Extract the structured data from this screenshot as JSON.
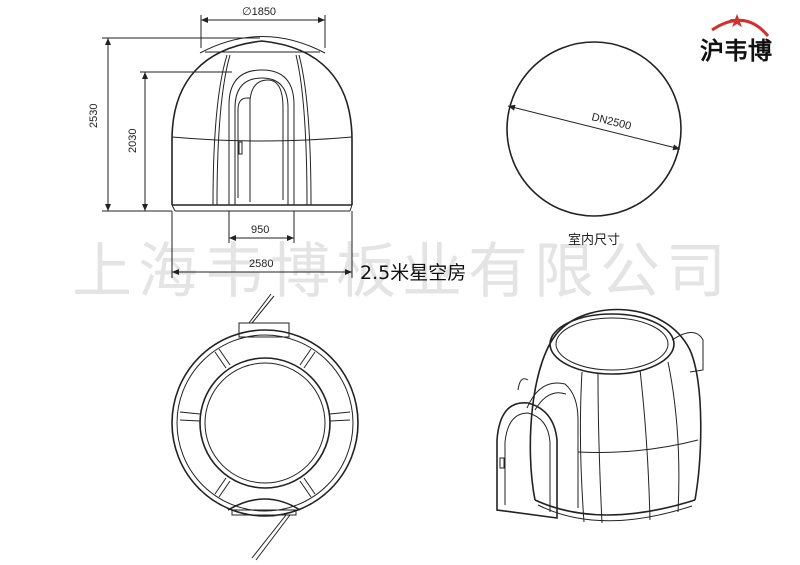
{
  "logo": {
    "text": "沪韦博",
    "accent": "#d32f2f"
  },
  "watermark": "上海韦博板业有限公司",
  "title": "2.5米星空房",
  "front_view": {
    "dim_top": "∅1850",
    "dim_height_total": "2530",
    "dim_height_inner": "2030",
    "dim_door": "950",
    "dim_base": "2580"
  },
  "plan_view": {
    "dim_diameter": "DN2500",
    "caption": "室内尺寸"
  }
}
